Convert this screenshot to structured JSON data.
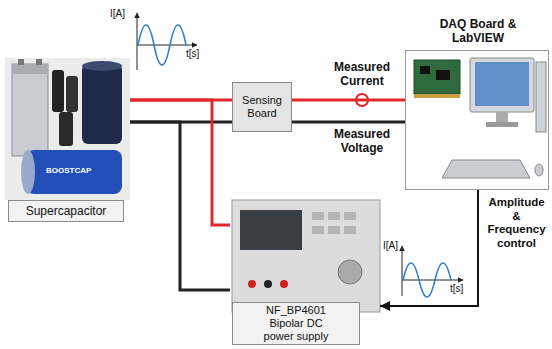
{
  "diagram": {
    "nodes": [
      {
        "text": [
          "Supercapacitor"
        ]
      },
      {
        "text": [
          "Sensing Board"
        ]
      },
      {
        "text": [
          "DAQ Board & LabVIEW"
        ]
      },
      {
        "text": [
          "NF_BP4601 Bipolar DC power supply"
        ]
      }
    ],
    "edges": [
      {
        "from": 0,
        "to": 1,
        "arrow": "none"
      },
      {
        "from": 0,
        "to": 1,
        "arrow": "none"
      },
      {
        "from": 0,
        "to": 3,
        "arrow": "none"
      },
      {
        "from": 0,
        "to": 3,
        "arrow": "none"
      },
      {
        "from": 1,
        "to": 2,
        "label": "Measured Current",
        "arrow": "none"
      },
      {
        "from": 1,
        "to": 2,
        "label": "Measured Voltage",
        "arrow": "none"
      },
      {
        "from": 2,
        "to": 3,
        "label": "Amplitude & Frequency control",
        "arrow": "to"
      }
    ],
    "labels": [
      "I[A]",
      "t[s]",
      "I[A]",
      "t[s]",
      "BOOSTCAP"
    ]
  }
}
